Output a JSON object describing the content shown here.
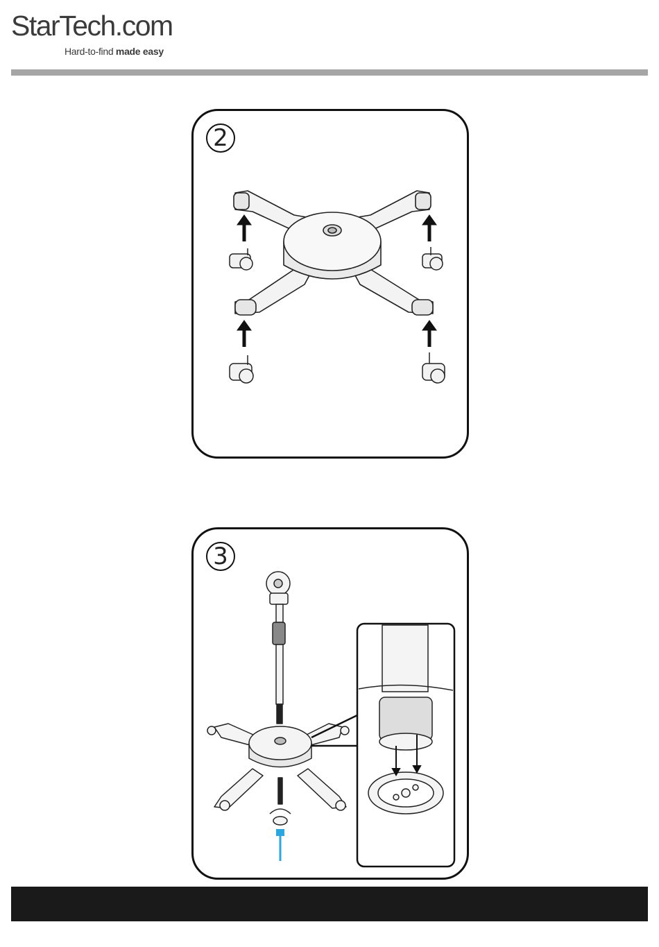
{
  "header": {
    "brand": "StarTech.com",
    "tagline_light": "Hard-to-find ",
    "tagline_bold": "made easy",
    "colors": {
      "rule": "#a6a6a6",
      "footer": "#1a1a1a",
      "accent_arrow": "#2aa6e0"
    }
  },
  "steps": [
    {
      "number": "2",
      "icon": "caster-installation-illustration"
    },
    {
      "number": "3",
      "icon": "pole-base-mounting-illustration"
    }
  ]
}
